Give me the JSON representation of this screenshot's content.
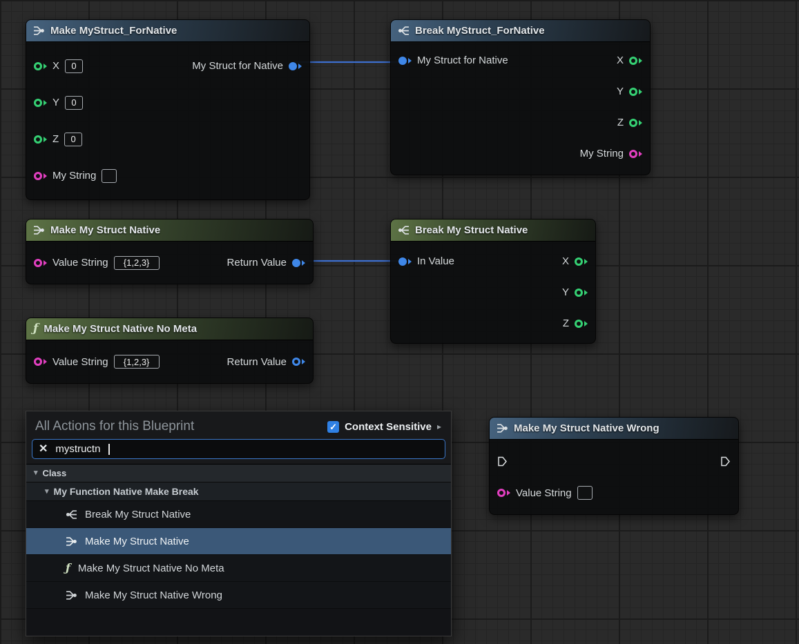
{
  "icons": {
    "check": "✓",
    "clear": "✕",
    "chevron_right": "▸",
    "tree_expanded": "▾",
    "function_glyph": "ƒ"
  },
  "colors": {
    "pin_int": "#35d073",
    "pin_string": "#e23fc0",
    "pin_struct": "#3f87e8",
    "wire": "#3d6fd0",
    "selection": "#3b5878"
  },
  "nodes": {
    "makeForNative": {
      "title": "Make MyStruct_ForNative",
      "x_label": "X",
      "x_value": "0",
      "y_label": "Y",
      "y_value": "0",
      "z_label": "Z",
      "z_value": "0",
      "string_label": "My String",
      "string_value": "",
      "out_label": "My Struct for Native"
    },
    "breakForNative": {
      "title": "Break MyStruct_ForNative",
      "in_label": "My Struct for Native",
      "x_label": "X",
      "y_label": "Y",
      "z_label": "Z",
      "string_label": "My String"
    },
    "makeNative": {
      "title": "Make My Struct Native",
      "value_label": "Value String",
      "value_value": "{1,2,3}",
      "out_label": "Return Value"
    },
    "breakNative": {
      "title": "Break My Struct Native",
      "in_label": "In Value",
      "x_label": "X",
      "y_label": "Y",
      "z_label": "Z"
    },
    "makeNativeNoMeta": {
      "title": "Make My Struct Native No Meta",
      "value_label": "Value String",
      "value_value": "{1,2,3}",
      "out_label": "Return Value"
    },
    "makeNativeWrong": {
      "title": "Make My Struct Native Wrong",
      "value_label": "Value String",
      "value_value": ""
    }
  },
  "menu": {
    "title": "All Actions for this Blueprint",
    "context_sensitive": "Context Sensitive",
    "search": {
      "value": "mystructn",
      "placeholder": ""
    },
    "categories": {
      "class": "Class",
      "group": "My Function Native Make Break"
    },
    "items": [
      {
        "label": "Break My Struct Native",
        "icon": "break-struct-icon",
        "selected": false
      },
      {
        "label": "Make My Struct Native",
        "icon": "make-struct-icon",
        "selected": true
      },
      {
        "label": "Make My Struct Native No Meta",
        "icon": "function-icon",
        "selected": false
      },
      {
        "label": "Make My Struct Native Wrong",
        "icon": "make-struct-icon",
        "selected": false
      }
    ]
  }
}
